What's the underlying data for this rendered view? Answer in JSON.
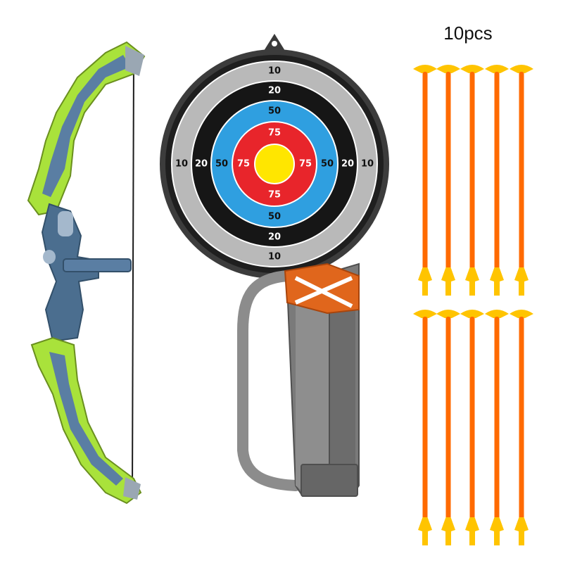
{
  "caption": "10pcs",
  "target": {
    "rings": [
      {
        "label": "10",
        "color": "#b9b9b9",
        "text_color": "#111111"
      },
      {
        "label": "20",
        "color": "#161616",
        "text_color": "#ffffff"
      },
      {
        "label": "50",
        "color": "#2f9fe0",
        "text_color": "#111111"
      },
      {
        "label": "75",
        "color": "#e8252b",
        "text_color": "#ffffff"
      },
      {
        "label": "",
        "color": "#ffe600",
        "text_color": "#111111"
      }
    ]
  },
  "arrows": {
    "count": 10,
    "shaft_color": "#ff6a00",
    "cup_color": "#ffc400"
  },
  "bow": {
    "limb_color": "#a9e23b",
    "riser_color": "#4b6e8f"
  },
  "quiver": {
    "body_color": "#7a7a7a",
    "band_color": "#e0661c",
    "strap_color": "#8c8c8c"
  }
}
